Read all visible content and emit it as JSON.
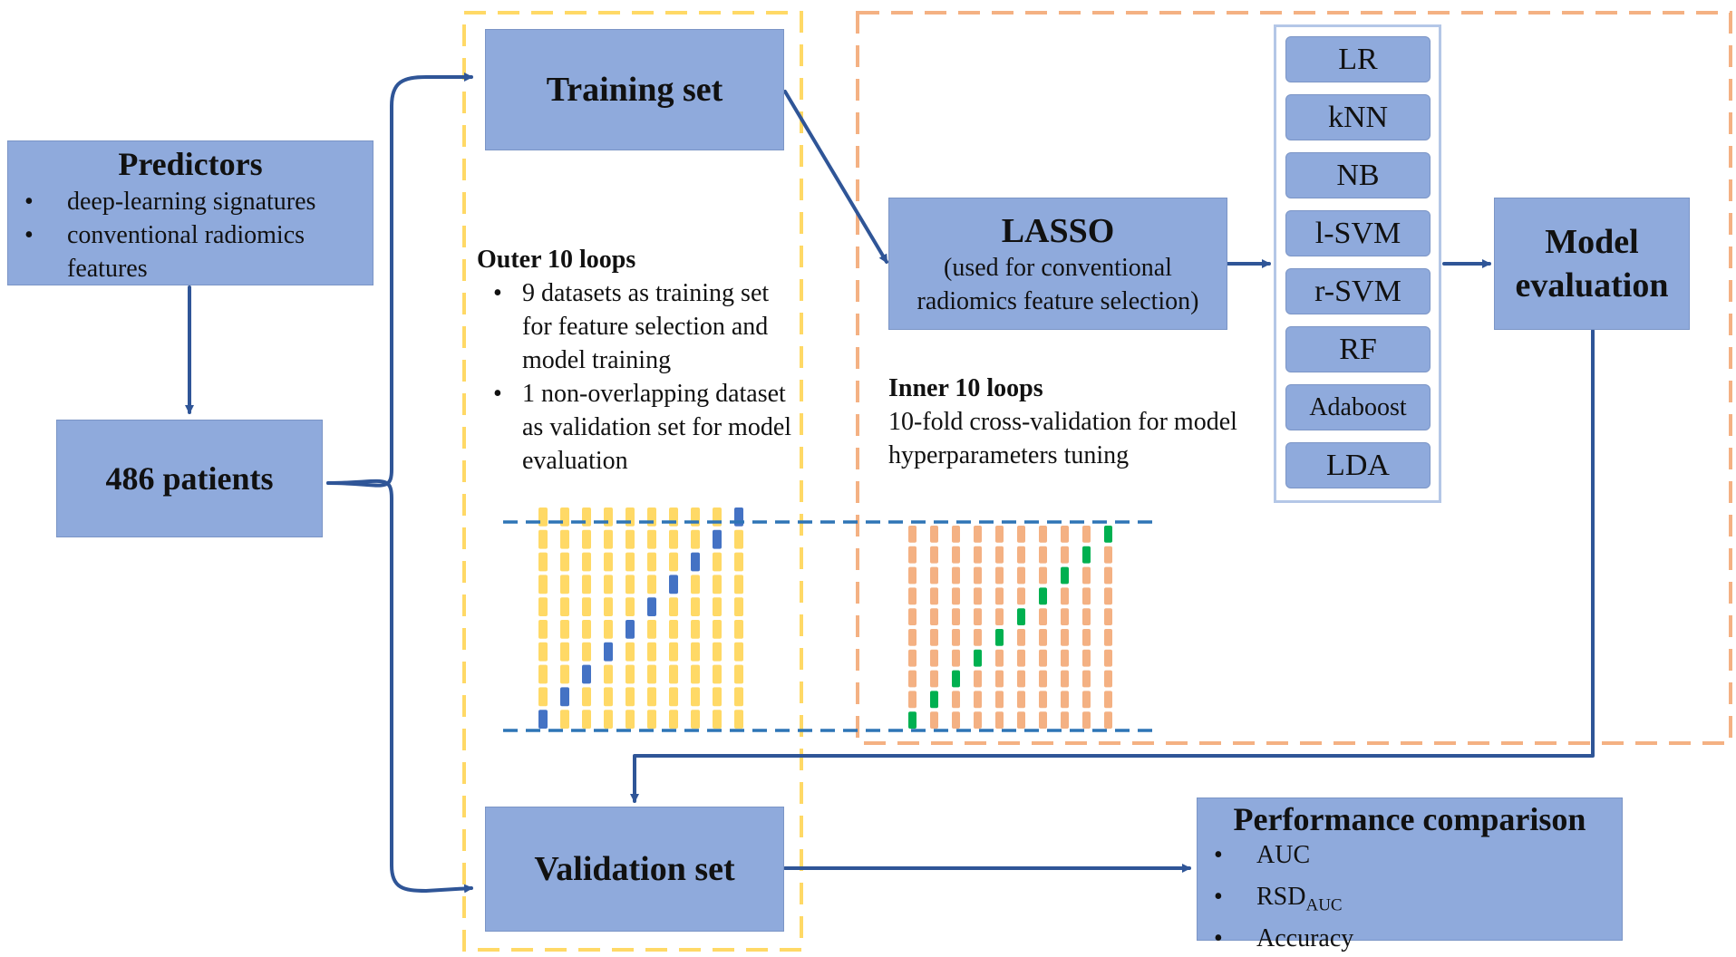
{
  "predictors": {
    "title": "Predictors",
    "items": [
      "deep-learning signatures",
      "conventional radiomics features"
    ]
  },
  "patients": {
    "label": "486 patients"
  },
  "training_set": {
    "label": "Training set"
  },
  "validation_set": {
    "label": "Validation set"
  },
  "outer_loops": {
    "heading": "Outer 10 loops",
    "items": [
      "9 datasets as training set for feature selection and model training",
      "1 non-overlapping dataset as validation set for model evaluation"
    ]
  },
  "lasso": {
    "title": "LASSO",
    "subtitle": "(used for conventional radiomics feature selection)"
  },
  "inner_loops": {
    "heading": "Inner 10 loops",
    "description": "10-fold cross-validation for model hyperparameters tuning"
  },
  "models": [
    "LR",
    "kNN",
    "NB",
    "l-SVM",
    "r-SVM",
    "RF",
    "Adaboost",
    "LDA"
  ],
  "model_evaluation": {
    "label": "Model evaluation"
  },
  "performance": {
    "title": "Performance comparison",
    "items": [
      {
        "text": "AUC",
        "sub": ""
      },
      {
        "text": "RSD",
        "sub": "AUC"
      },
      {
        "text": "Accuracy",
        "sub": ""
      }
    ]
  },
  "folds": {
    "outer": {
      "count": 10,
      "segments": 10,
      "fold_color": "#ffd966",
      "highlight_color": "#4472c4"
    },
    "inner": {
      "count": 10,
      "segments": 10,
      "fold_color": "#f4b183",
      "highlight_color": "#00b050"
    }
  },
  "colors": {
    "box_fill": "#8faadc",
    "arrow": "#2f5597",
    "outer_border": "#ffd966",
    "inner_border": "#f4b183",
    "model_list_border": "#b4c7e7"
  }
}
